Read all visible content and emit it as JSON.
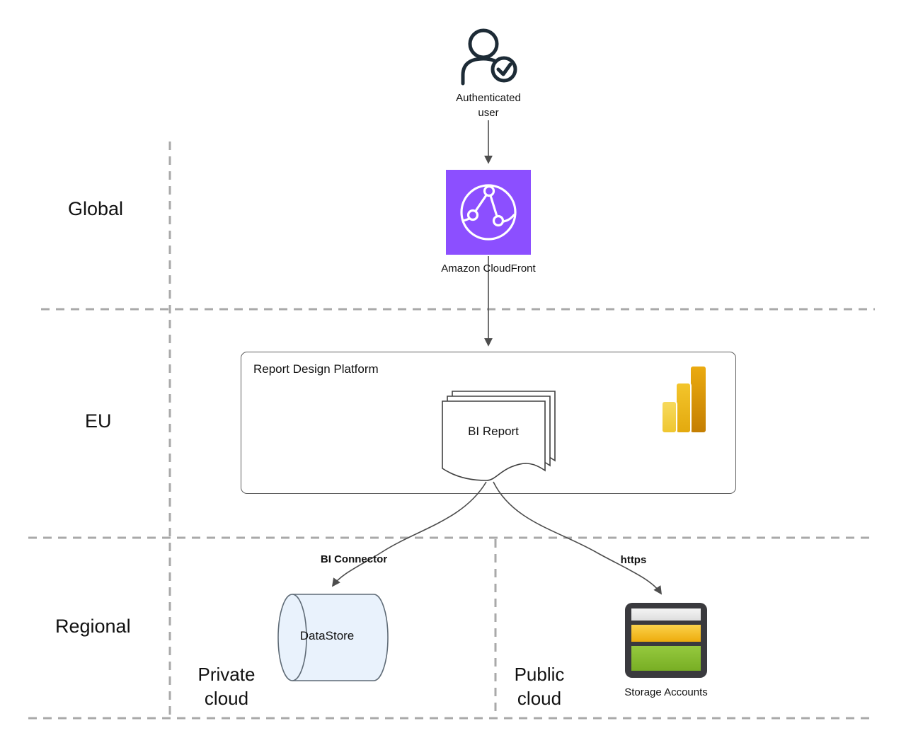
{
  "regions": {
    "global": "Global",
    "eu": "EU",
    "regional": "Regional",
    "private_cloud": "Private cloud",
    "public_cloud": "Public cloud"
  },
  "nodes": {
    "authenticated_user": {
      "label": "Authenticated user"
    },
    "cloudfront": {
      "label": "Amazon CloudFront",
      "color": "#8C4FFF"
    },
    "report_design_platform": {
      "title": "Report Design Platform"
    },
    "bi_report": {
      "label": "BI Report"
    },
    "datastore": {
      "label": "DataStore",
      "fill": "#E9F2FC",
      "stroke": "#5f6b76"
    },
    "storage_accounts": {
      "label": "Storage Accounts"
    }
  },
  "connectors": {
    "bi_connector": {
      "label": "BI Connector"
    },
    "https": {
      "label": "https"
    }
  },
  "icons": {
    "authenticated_user": "person-with-check-icon",
    "cloudfront": "aws-cloudfront-globe-network-icon",
    "bi_report": "document-stack-wavy-icon",
    "power_bi": "power-bi-bars-icon",
    "datastore": "database-cylinder-icon",
    "storage_accounts": "azure-storage-accounts-icon"
  },
  "colors": {
    "arrow": "#4d4d4d",
    "dashed_divider": "#a9a9a9",
    "powerbi_yellow": "#F2C811",
    "storage_green": "#7FBA00",
    "storage_yellow": "#F0B810"
  }
}
